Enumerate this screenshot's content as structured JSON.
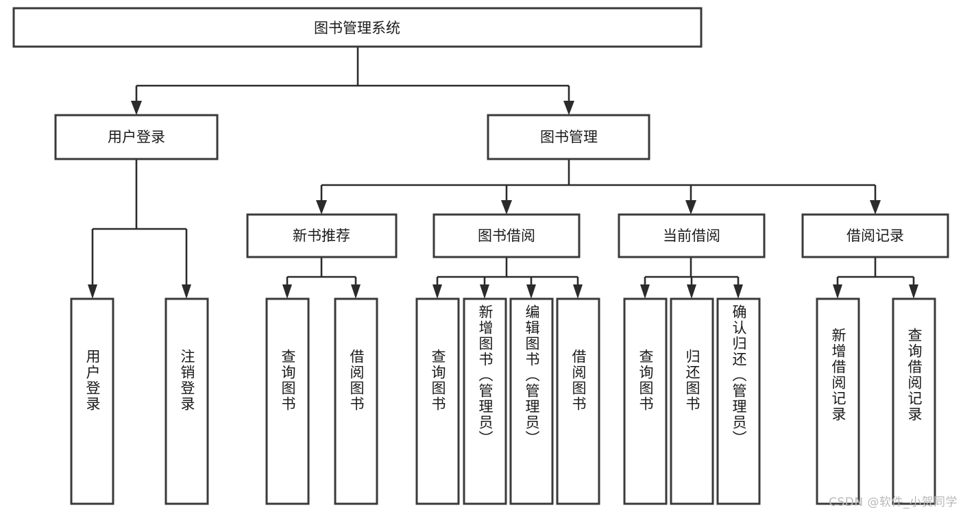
{
  "diagram": {
    "type": "hierarchy-tree",
    "title": "图书管理系统",
    "root": {
      "id": "root",
      "label": "图书管理系统",
      "orientation": "horizontal"
    },
    "level1": [
      {
        "id": "user-login",
        "label": "用户登录",
        "orientation": "horizontal"
      },
      {
        "id": "book-manage",
        "label": "图书管理",
        "orientation": "horizontal"
      }
    ],
    "level2": [
      {
        "id": "new-book-rec",
        "label": "新书推荐",
        "parent": "book-manage",
        "orientation": "horizontal"
      },
      {
        "id": "book-borrow",
        "label": "图书借阅",
        "parent": "book-manage",
        "orientation": "horizontal"
      },
      {
        "id": "current-borrow",
        "label": "当前借阅",
        "parent": "book-manage",
        "orientation": "horizontal"
      },
      {
        "id": "borrow-record",
        "label": "借阅记录",
        "parent": "book-manage",
        "orientation": "horizontal"
      }
    ],
    "leaves": [
      {
        "id": "leaf-user-login",
        "label": "用户登录",
        "parent": "user-login",
        "orientation": "vertical"
      },
      {
        "id": "leaf-logout",
        "label": "注销登录",
        "parent": "user-login",
        "orientation": "vertical"
      },
      {
        "id": "leaf-query-book-1",
        "label": "查询图书",
        "parent": "new-book-rec",
        "orientation": "vertical"
      },
      {
        "id": "leaf-borrow-book-1",
        "label": "借阅图书",
        "parent": "new-book-rec",
        "orientation": "vertical"
      },
      {
        "id": "leaf-query-book-2",
        "label": "查询图书",
        "parent": "book-borrow",
        "orientation": "vertical"
      },
      {
        "id": "leaf-add-book",
        "label": "新增图书（管理员）",
        "parent": "book-borrow",
        "orientation": "vertical"
      },
      {
        "id": "leaf-edit-book",
        "label": "编辑图书（管理员）",
        "parent": "book-borrow",
        "orientation": "vertical"
      },
      {
        "id": "leaf-borrow-book-2",
        "label": "借阅图书",
        "parent": "book-borrow",
        "orientation": "vertical"
      },
      {
        "id": "leaf-query-book-3",
        "label": "查询图书",
        "parent": "current-borrow",
        "orientation": "vertical"
      },
      {
        "id": "leaf-return-book",
        "label": "归还图书",
        "parent": "current-borrow",
        "orientation": "vertical"
      },
      {
        "id": "leaf-confirm-return",
        "label": "确认归还（管理员）",
        "parent": "current-borrow",
        "orientation": "vertical"
      },
      {
        "id": "leaf-add-record",
        "label": "新增借阅记录",
        "parent": "borrow-record",
        "orientation": "vertical"
      },
      {
        "id": "leaf-query-record",
        "label": "查询借阅记录",
        "parent": "borrow-record",
        "orientation": "vertical"
      }
    ],
    "colors": {
      "box_border": "#3a3a3a",
      "connector": "#2b2b2b",
      "text": "#1a1a1a",
      "background": "#ffffff",
      "watermark": "#b9b9b9"
    }
  },
  "watermark": {
    "text": "CSDN @软件_小贺同学"
  }
}
